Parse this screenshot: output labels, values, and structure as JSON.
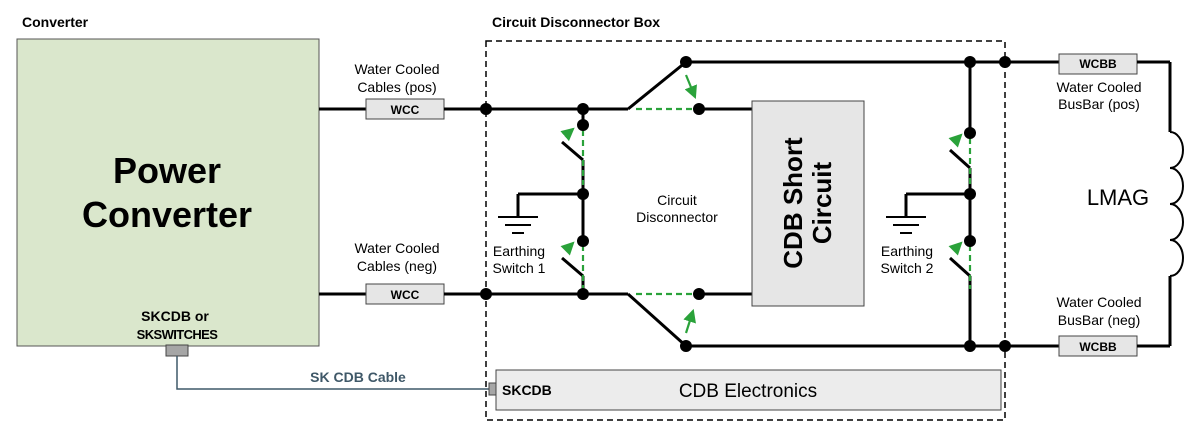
{
  "converter": {
    "section_title": "Converter",
    "box_title_line1": "Power",
    "box_title_line2": "Converter",
    "port_label_line1": "SKCDB or",
    "port_label_line2": "SKSWITCHES"
  },
  "cdb_box": {
    "section_title": "Circuit Disconnector Box",
    "disconnector_line1": "Circuit",
    "disconnector_line2": "Disconnector",
    "earthing1_line1": "Earthing",
    "earthing1_line2": "Switch 1",
    "earthing2_line1": "Earthing",
    "earthing2_line2": "Switch 2",
    "short_circuit_line1": "CDB Short",
    "short_circuit_line2": "Circuit",
    "electronics_port": "SKCDB",
    "electronics_label": "CDB Electronics"
  },
  "cables": {
    "pos_line1": "Water Cooled",
    "pos_line2": "Cables (pos)",
    "neg_line1": "Water Cooled",
    "neg_line2": "Cables (neg)",
    "wcc_label": "WCC",
    "sk_cable_label": "SK CDB Cable"
  },
  "busbars": {
    "pos_line1": "Water Cooled",
    "pos_line2": "BusBar (pos)",
    "neg_line1": "Water Cooled",
    "neg_line2": "BusBar (neg)",
    "wcbb_label": "WCBB"
  },
  "magnet": {
    "label": "LMAG"
  },
  "colors": {
    "converter_fill": "#dae7cc",
    "component_fill": "#e6e6e6",
    "dashed_arrow": "#2aa23a",
    "sk_cable": "#3f5868",
    "wire": "#000000"
  }
}
